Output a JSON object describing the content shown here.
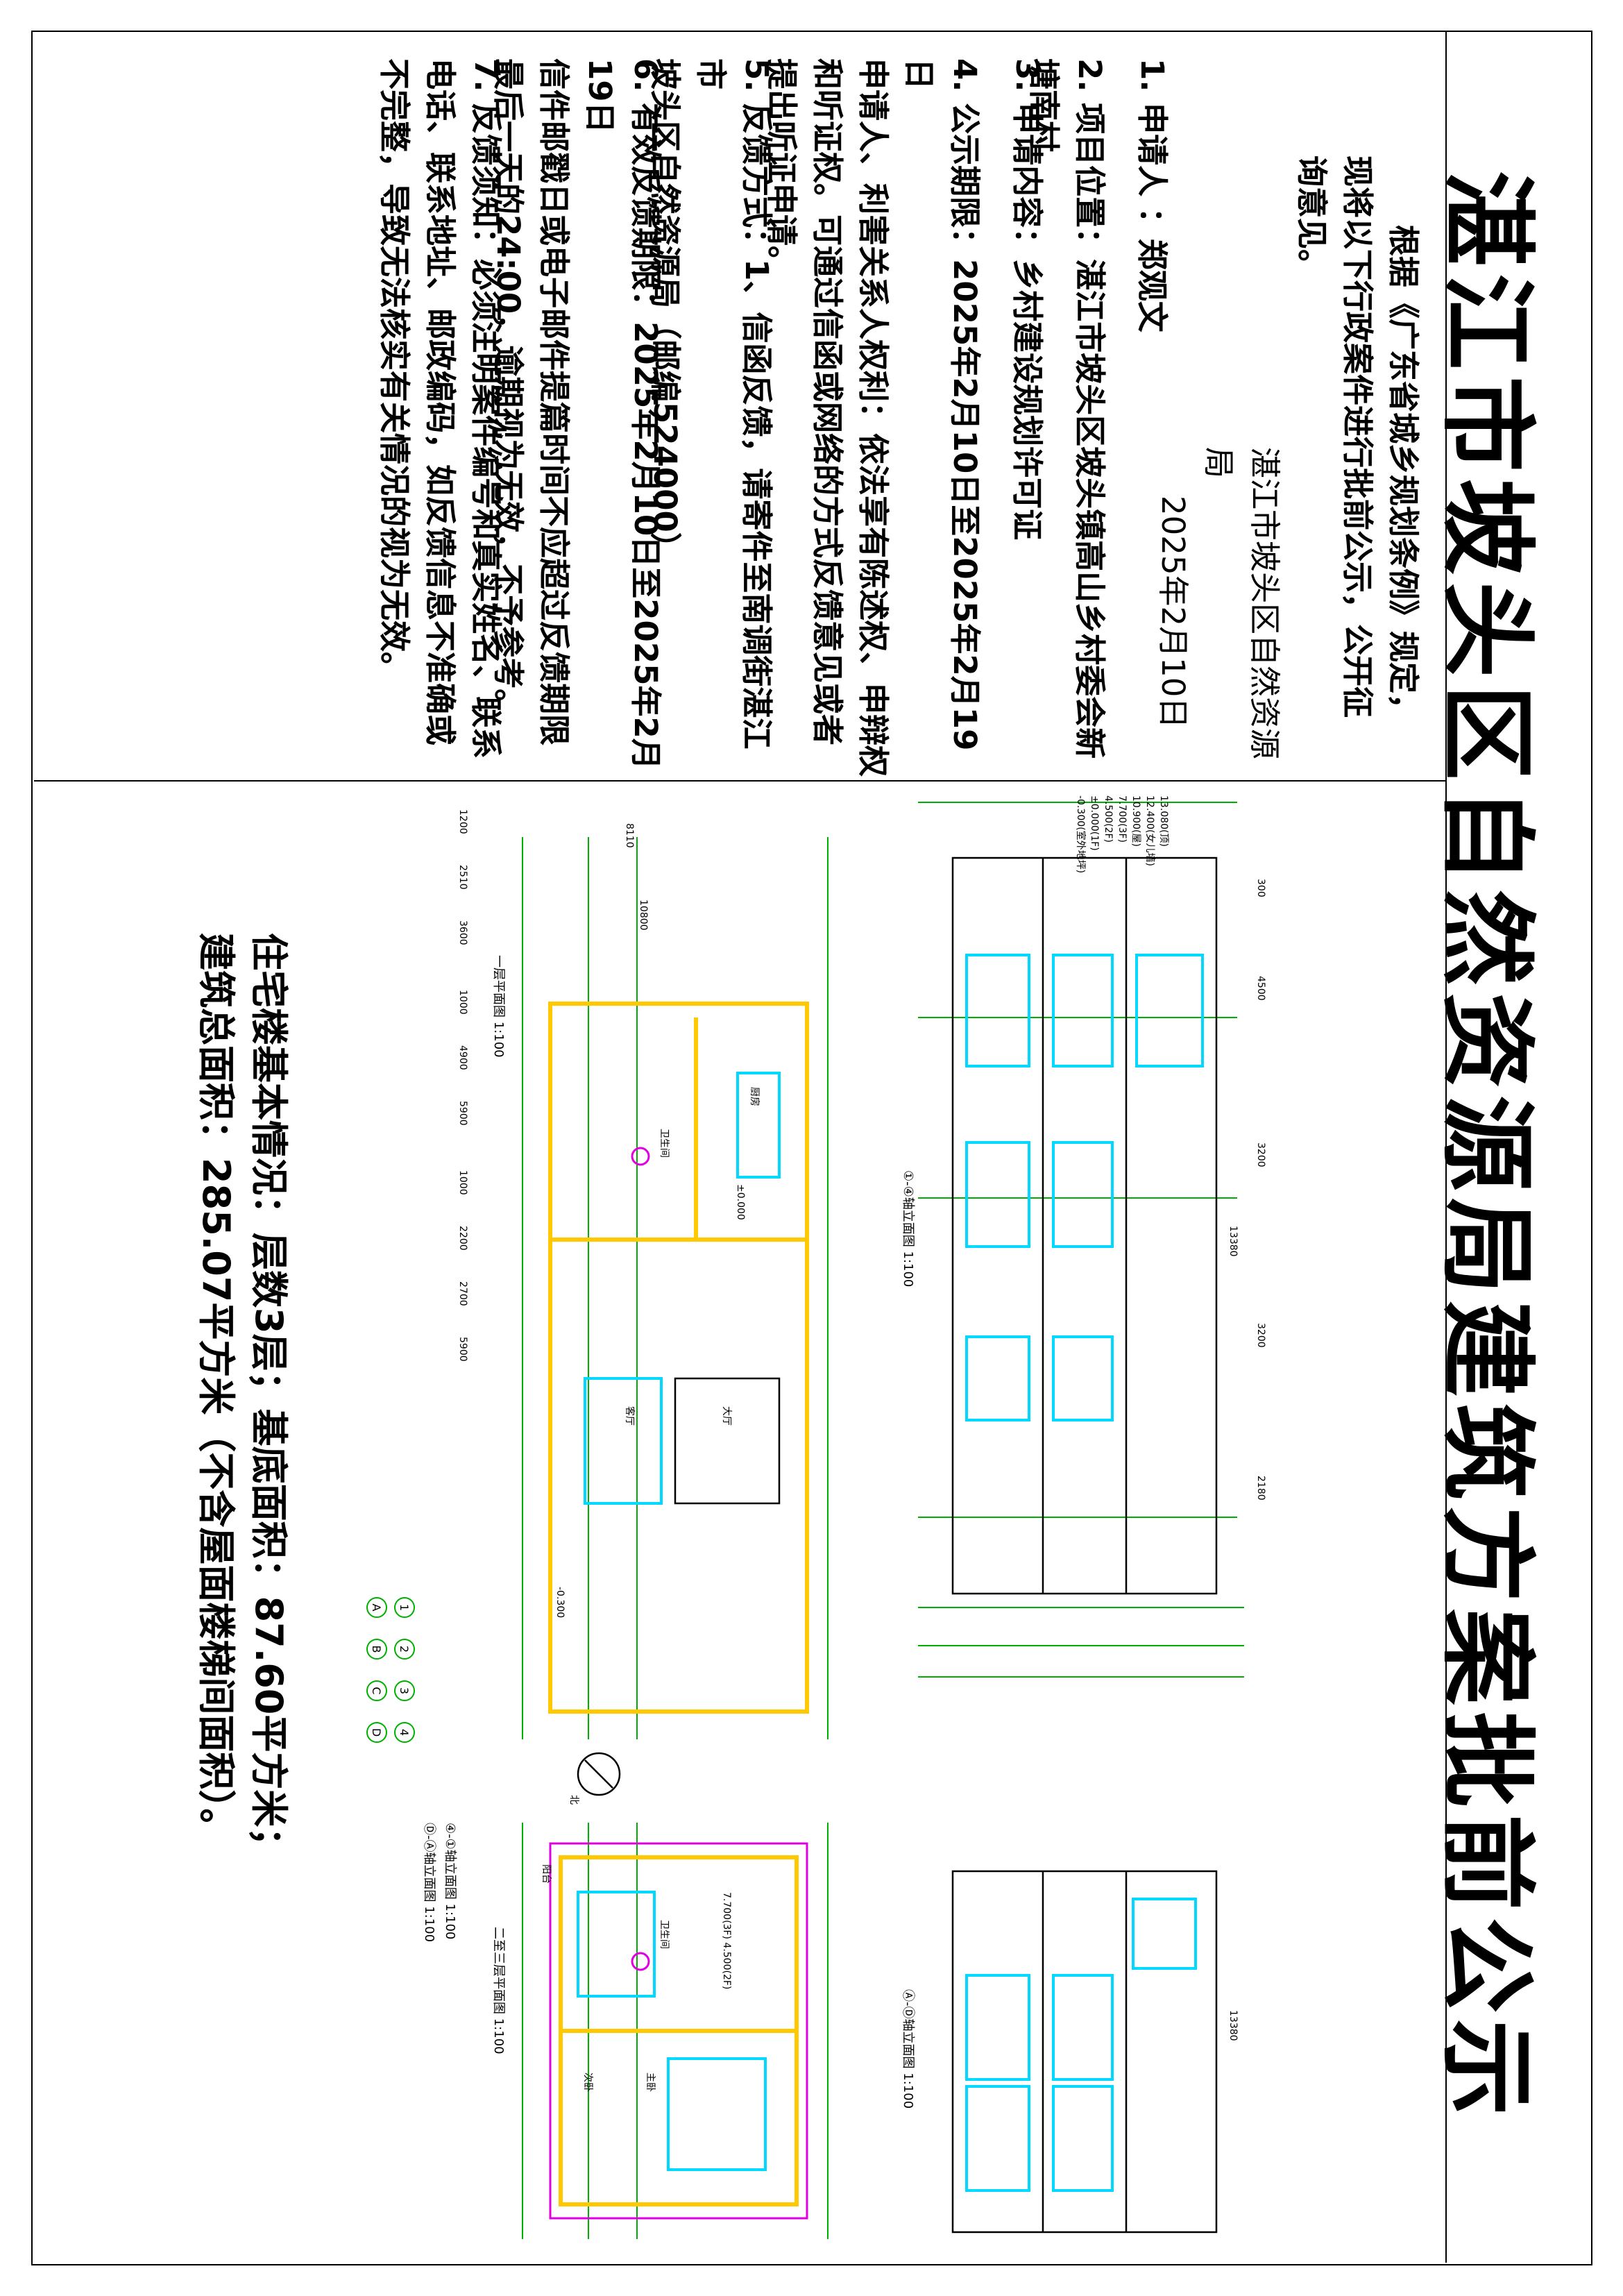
{
  "title": "湛江市坡头区自然资源局建筑方案批前公示",
  "intro": {
    "line1": "根据《广东省城乡规划条例》规定，",
    "line2": "现将以下行政案件进行批前公示，公开征",
    "line3": "询意见。",
    "issuer": "湛江市坡头区自然资源局",
    "date": "2025年2月10日"
  },
  "items": {
    "applicant": "1. 申请人 ：郑观文",
    "location": "2. 项目位置：湛江市坡头区坡头镇高山乡村委会新塘南村",
    "content": "3. 申请内容：乡村建设规划许可证",
    "period_l1": "4. 公示期限：2025年2月10日至2025年2月19日",
    "period_l2": "申请人、利害关系人权利：依法享有陈述权、申辩权",
    "period_l3": "和听证权。可通过信函或网络的方式反馈意见或者",
    "period_l4": "提出听证申请。",
    "method_l1": "5. 反馈方式：1、信函反馈，请寄件至南调街湛江市",
    "method_l2": "坡头区自然资源局（邮编524000）",
    "valid_l1": "6. 有效反馈期限：2025年2月10日至2025年2月19日",
    "valid_l2": "信件邮戳日或电子邮件提篇时间不应超过反馈期限",
    "valid_l3": "最后一天的24:00，逾期视为无效，不予参考。",
    "notice_l1": "7. 反馈须知：必须注明案件编号和真实姓名、联系",
    "notice_l2": "电话、联系地址、邮政编码，如反馈信息不准确或",
    "notice_l3": "不完整，导致无法核实有关情况的视为无效。"
  },
  "summary": {
    "line1": "住宅楼基本情况：层数3层；基底面积：87.60平方米；",
    "line2": "建筑总面积：285.07平方米（不含屋面楼梯间面积）。"
  },
  "drawings": {
    "elev_front_label": "①-④轴立面图 1:100",
    "elev_back_label": "④-①轴立面图 1:100",
    "elev_side_label": "Ⓐ-Ⓓ轴立面图 1:100",
    "elev_side2_label": "Ⓓ-Ⓐ轴立面图 1:100",
    "plan1_label": "一层平面图 1:100",
    "plan23_label": "二至三层平面图 1:100",
    "north_label": "北",
    "dims_long": [
      "300",
      "4500",
      "3200",
      "3200",
      "2180"
    ],
    "dim_long_total": "13380",
    "dims_short": [
      "1200",
      "2510",
      "3600"
    ],
    "dim_short_total": "8110",
    "dims_plan_v": [
      "1000",
      "4900",
      "5900"
    ],
    "dims_plan_v2": [
      "1000",
      "2200",
      "2700",
      "5900"
    ],
    "dim_plan_total": "10800",
    "level_roof": "13.080(顶)",
    "level_4": "12.400(女儿墙)",
    "level_3": "10.900(屋)",
    "level_2": "7.700(3F)",
    "level_1": "4.500(2F)",
    "level_0": "±0.000(1F)",
    "level_ground": "-0.300(室外地坪)",
    "axis_nums": [
      "1",
      "2",
      "3",
      "4"
    ],
    "axis_letters": [
      "A",
      "B",
      "C",
      "D"
    ],
    "room_kitchen": "厨房",
    "room_bath": "卫生间",
    "room_living": "客厅",
    "room_hall": "大厅",
    "room_master": "主卧",
    "room_bed": "次卧",
    "room_balcony": "阳台",
    "plan1_level": "±0.000",
    "plan23_level": "7.700(3F) 4.500(2F)",
    "plan_ground": "-0.300"
  },
  "colors": {
    "ink": "#000000",
    "grid": "#00c000",
    "window": "#00e0ff",
    "wall": "#ffcc00",
    "mark": "#ff00ff"
  }
}
